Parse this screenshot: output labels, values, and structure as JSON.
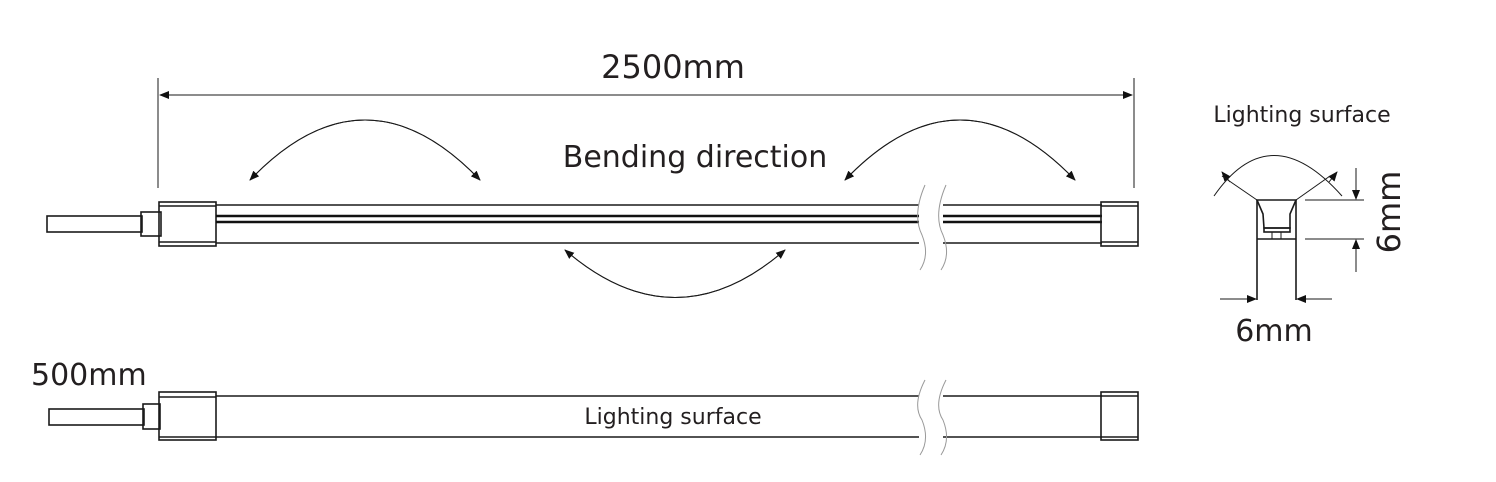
{
  "labels": {
    "length_top": "2500mm",
    "bending_direction": "Bending direction",
    "cross_section_title": "Lighting surface",
    "height_dim": "6mm",
    "width_dim": "6mm",
    "lead_length": "500mm",
    "bottom_surface": "Lighting surface"
  }
}
